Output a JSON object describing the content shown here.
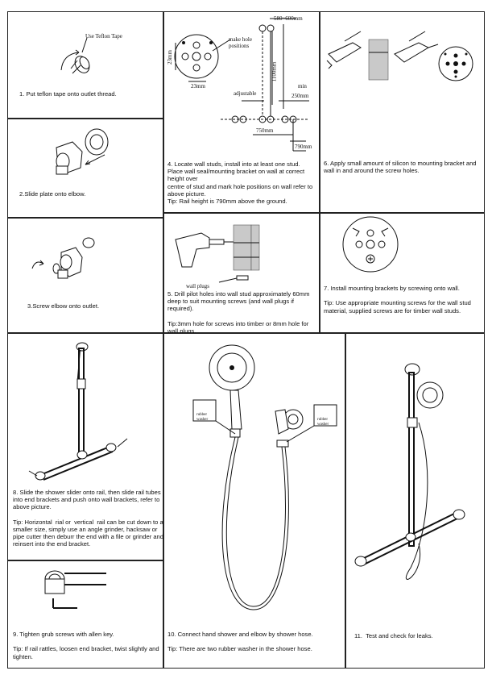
{
  "steps": {
    "s1": {
      "text": "1. Put teflon tape onto outlet thread.",
      "label_tape": "Use Teflon Tape"
    },
    "s2": {
      "text": "2.Slide plate onto elbow."
    },
    "s3": {
      "text": "3.Screw elbow onto outlet."
    },
    "s4": {
      "text": "4. Locate wall studs, install into at least one stud.\nPlace wall seal/mounting bracket on wall at correct height over\ncentre of stud and mark hole positions on wall refer to above picture.\nTip: Rail height is 790mm above the ground.",
      "dims": {
        "d580": "580~600mm",
        "d23v": "23mm",
        "d23h": "23mm",
        "make_hole": "make hole positions",
        "d1100": "1100mm",
        "min": "min",
        "adjustable": "adjustable",
        "d250": "250mm",
        "d750": "750mm",
        "d790": "790mm"
      }
    },
    "s5": {
      "text": "5. Drill pilot holes into wall stud approximately 60mm deep to suit mounting screws (and wall plugs if required).\n\nTip:3mm hole for screws into timber or 8mm hole for wall plugs.",
      "label_plugs": "wall plugs"
    },
    "s6": {
      "text": "6. Apply small amount of silicon to mounting bracket and wall in and around the screw holes."
    },
    "s7": {
      "text": "7. Install mounting brackets by screwing onto wall.\n\nTip: Use appropriate mounting screws for the wall stud material, supplied screws are for timber wall studs."
    },
    "s8": {
      "text": "8. Slide the shower slider onto rail, then slide rail tubes into end brackets and push onto wall brackets, refer to above picture.\n\nTip: Horizontal  rial or  vertical  rail can be cut down to a smaller size, simply use an angle grinder, hacksaw or pipe cutter then deburr the end with a file or grinder and reinsert into the end bracket."
    },
    "s9": {
      "text": "9. Tighten grub screws with allen key.\n\nTip: If rail rattles, loosen end bracket, twist slightly and tighten."
    },
    "s10": {
      "text": "10. Connect hand shower and elbow by shower hose.\n\nTip: There are two rubber washer in the shower hose.",
      "washer": "rubber washer"
    },
    "s11": {
      "text": "11.  Test and check for leaks."
    }
  }
}
